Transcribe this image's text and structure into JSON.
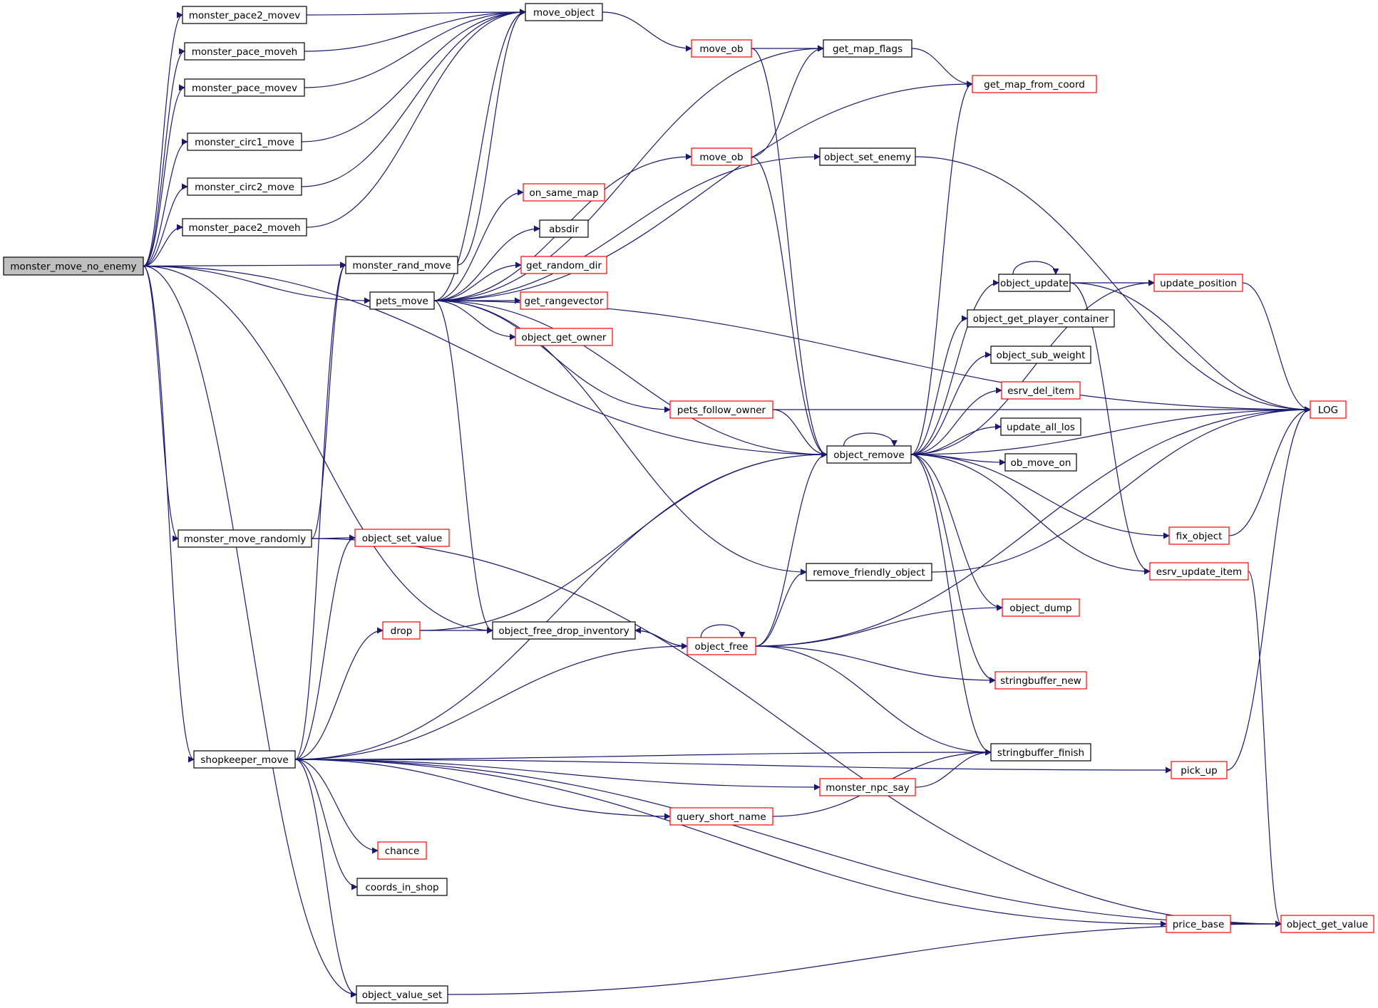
{
  "colors": {
    "edge": "#191970",
    "root_fill": "#bfbfbf",
    "border_documented": "#000000",
    "border_undocumented": "#ff0000"
  },
  "nodes": {
    "monster_move_no_enemy": {
      "label": "monster_move_no_enemy",
      "style": "root"
    },
    "monster_pace2_movev": {
      "label": "monster_pace2_movev",
      "style": "black"
    },
    "monster_pace_moveh": {
      "label": "monster_pace_moveh",
      "style": "black"
    },
    "monster_pace_movev": {
      "label": "monster_pace_movev",
      "style": "black"
    },
    "monster_circ1_move": {
      "label": "monster_circ1_move",
      "style": "black"
    },
    "monster_circ2_move": {
      "label": "monster_circ2_move",
      "style": "black"
    },
    "monster_pace2_moveh": {
      "label": "monster_pace2_moveh",
      "style": "black"
    },
    "monster_move_randomly": {
      "label": "monster_move_randomly",
      "style": "black"
    },
    "shopkeeper_move": {
      "label": "shopkeeper_move",
      "style": "black"
    },
    "move_object": {
      "label": "move_object",
      "style": "black"
    },
    "monster_rand_move": {
      "label": "monster_rand_move",
      "style": "black"
    },
    "pets_move": {
      "label": "pets_move",
      "style": "black"
    },
    "object_value_set": {
      "label": "object_value_set",
      "style": "black"
    },
    "object_set_value": {
      "label": "object_set_value",
      "style": "red"
    },
    "drop": {
      "label": "drop",
      "style": "red"
    },
    "chance": {
      "label": "chance",
      "style": "red"
    },
    "coords_in_shop": {
      "label": "coords_in_shop",
      "style": "black"
    },
    "on_same_map": {
      "label": "on_same_map",
      "style": "red"
    },
    "absdir": {
      "label": "absdir",
      "style": "black"
    },
    "get_random_dir": {
      "label": "get_random_dir",
      "style": "red"
    },
    "get_rangevector": {
      "label": "get_rangevector",
      "style": "red"
    },
    "object_get_owner": {
      "label": "object_get_owner",
      "style": "red"
    },
    "object_free_drop_inventory": {
      "label": "object_free_drop_inventory",
      "style": "black"
    },
    "move_ob_1": {
      "label": "move_ob",
      "style": "red"
    },
    "move_ob_2": {
      "label": "move_ob",
      "style": "red"
    },
    "pets_follow_owner": {
      "label": "pets_follow_owner",
      "style": "red"
    },
    "object_free": {
      "label": "object_free",
      "style": "red"
    },
    "query_short_name": {
      "label": "query_short_name",
      "style": "red"
    },
    "get_map_flags": {
      "label": "get_map_flags",
      "style": "black"
    },
    "object_set_enemy": {
      "label": "object_set_enemy",
      "style": "black"
    },
    "object_remove": {
      "label": "object_remove",
      "style": "black"
    },
    "remove_friendly_object": {
      "label": "remove_friendly_object",
      "style": "black"
    },
    "monster_npc_say": {
      "label": "monster_npc_say",
      "style": "red"
    },
    "get_map_from_coord": {
      "label": "get_map_from_coord",
      "style": "red"
    },
    "object_update": {
      "label": "object_update",
      "style": "black"
    },
    "object_get_player_container": {
      "label": "object_get_player_container",
      "style": "black"
    },
    "object_sub_weight": {
      "label": "object_sub_weight",
      "style": "black"
    },
    "esrv_del_item": {
      "label": "esrv_del_item",
      "style": "red"
    },
    "update_all_los": {
      "label": "update_all_los",
      "style": "black"
    },
    "ob_move_on": {
      "label": "ob_move_on",
      "style": "black"
    },
    "object_dump": {
      "label": "object_dump",
      "style": "red"
    },
    "stringbuffer_new": {
      "label": "stringbuffer_new",
      "style": "red"
    },
    "stringbuffer_finish": {
      "label": "stringbuffer_finish",
      "style": "black"
    },
    "update_position": {
      "label": "update_position",
      "style": "red"
    },
    "fix_object": {
      "label": "fix_object",
      "style": "red"
    },
    "esrv_update_item": {
      "label": "esrv_update_item",
      "style": "red"
    },
    "pick_up": {
      "label": "pick_up",
      "style": "red"
    },
    "price_base": {
      "label": "price_base",
      "style": "red"
    },
    "LOG": {
      "label": "LOG",
      "style": "red"
    },
    "object_get_value": {
      "label": "object_get_value",
      "style": "red"
    }
  },
  "edges": [
    [
      "monster_move_no_enemy",
      "monster_pace2_movev"
    ],
    [
      "monster_move_no_enemy",
      "monster_pace_moveh"
    ],
    [
      "monster_move_no_enemy",
      "monster_pace_movev"
    ],
    [
      "monster_move_no_enemy",
      "monster_circ1_move"
    ],
    [
      "monster_move_no_enemy",
      "monster_circ2_move"
    ],
    [
      "monster_move_no_enemy",
      "monster_pace2_moveh"
    ],
    [
      "monster_move_no_enemy",
      "monster_rand_move"
    ],
    [
      "monster_move_no_enemy",
      "pets_move"
    ],
    [
      "monster_move_no_enemy",
      "monster_move_randomly"
    ],
    [
      "monster_move_no_enemy",
      "shopkeeper_move"
    ],
    [
      "monster_move_no_enemy",
      "object_value_set"
    ],
    [
      "monster_move_no_enemy",
      "object_remove"
    ],
    [
      "monster_move_no_enemy",
      "object_free_drop_inventory"
    ],
    [
      "monster_pace2_movev",
      "move_object"
    ],
    [
      "monster_pace_moveh",
      "move_object"
    ],
    [
      "monster_pace_movev",
      "move_object"
    ],
    [
      "monster_circ1_move",
      "move_object"
    ],
    [
      "monster_circ2_move",
      "move_object"
    ],
    [
      "monster_pace2_moveh",
      "move_object"
    ],
    [
      "monster_rand_move",
      "move_object"
    ],
    [
      "pets_move",
      "move_object"
    ],
    [
      "monster_move_randomly",
      "monster_rand_move"
    ],
    [
      "monster_move_randomly",
      "object_set_value"
    ],
    [
      "monster_move_randomly",
      "object_get_value"
    ],
    [
      "move_object",
      "move_ob_1"
    ],
    [
      "move_ob_1",
      "get_map_flags"
    ],
    [
      "move_ob_1",
      "object_remove"
    ],
    [
      "move_ob_2",
      "get_map_flags"
    ],
    [
      "move_ob_2",
      "object_remove"
    ],
    [
      "get_map_flags",
      "get_map_from_coord"
    ],
    [
      "pets_move",
      "get_map_flags"
    ],
    [
      "pets_move",
      "get_map_from_coord"
    ],
    [
      "pets_move",
      "LOG"
    ],
    [
      "pets_move",
      "move_ob_2"
    ],
    [
      "pets_move",
      "on_same_map"
    ],
    [
      "pets_move",
      "absdir"
    ],
    [
      "pets_move",
      "get_random_dir"
    ],
    [
      "pets_move",
      "get_rangevector"
    ],
    [
      "pets_move",
      "object_get_owner"
    ],
    [
      "pets_move",
      "object_set_enemy"
    ],
    [
      "pets_move",
      "pets_follow_owner"
    ],
    [
      "pets_move",
      "object_remove"
    ],
    [
      "pets_move",
      "remove_friendly_object"
    ],
    [
      "pets_move",
      "object_free_drop_inventory"
    ],
    [
      "pets_follow_owner",
      "object_remove"
    ],
    [
      "pets_follow_owner",
      "LOG"
    ],
    [
      "object_set_enemy",
      "LOG"
    ],
    [
      "object_remove",
      "object_remove"
    ],
    [
      "object_remove",
      "get_map_from_coord"
    ],
    [
      "object_remove",
      "update_position"
    ],
    [
      "object_remove",
      "object_update"
    ],
    [
      "object_remove",
      "object_get_player_container"
    ],
    [
      "object_remove",
      "object_sub_weight"
    ],
    [
      "object_remove",
      "esrv_del_item"
    ],
    [
      "object_remove",
      "update_all_los"
    ],
    [
      "object_remove",
      "ob_move_on"
    ],
    [
      "object_remove",
      "LOG"
    ],
    [
      "object_remove",
      "fix_object"
    ],
    [
      "object_remove",
      "esrv_update_item"
    ],
    [
      "object_remove",
      "object_dump"
    ],
    [
      "object_remove",
      "stringbuffer_new"
    ],
    [
      "object_remove",
      "stringbuffer_finish"
    ],
    [
      "object_update",
      "object_update"
    ],
    [
      "object_update",
      "update_position"
    ],
    [
      "object_update",
      "LOG"
    ],
    [
      "object_update",
      "esrv_update_item"
    ],
    [
      "update_position",
      "LOG"
    ],
    [
      "fix_object",
      "LOG"
    ],
    [
      "esrv_update_item",
      "object_get_value"
    ],
    [
      "remove_friendly_object",
      "LOG"
    ],
    [
      "shopkeeper_move",
      "monster_rand_move"
    ],
    [
      "shopkeeper_move",
      "object_set_value"
    ],
    [
      "shopkeeper_move",
      "object_remove"
    ],
    [
      "shopkeeper_move",
      "drop"
    ],
    [
      "shopkeeper_move",
      "object_free"
    ],
    [
      "shopkeeper_move",
      "stringbuffer_finish"
    ],
    [
      "shopkeeper_move",
      "pick_up"
    ],
    [
      "shopkeeper_move",
      "monster_npc_say"
    ],
    [
      "shopkeeper_move",
      "query_short_name"
    ],
    [
      "shopkeeper_move",
      "chance"
    ],
    [
      "shopkeeper_move",
      "coords_in_shop"
    ],
    [
      "shopkeeper_move",
      "price_base"
    ],
    [
      "shopkeeper_move",
      "object_get_value"
    ],
    [
      "shopkeeper_move",
      "object_value_set"
    ],
    [
      "drop",
      "object_free_drop_inventory"
    ],
    [
      "drop",
      "object_remove"
    ],
    [
      "object_free_drop_inventory",
      "object_free"
    ],
    [
      "object_free",
      "object_free_drop_inventory"
    ],
    [
      "object_free",
      "object_free"
    ],
    [
      "object_free",
      "object_remove"
    ],
    [
      "object_free",
      "remove_friendly_object"
    ],
    [
      "object_free",
      "object_dump"
    ],
    [
      "object_free",
      "stringbuffer_new"
    ],
    [
      "object_free",
      "stringbuffer_finish"
    ],
    [
      "object_free",
      "LOG"
    ],
    [
      "monster_npc_say",
      "stringbuffer_finish"
    ],
    [
      "query_short_name",
      "stringbuffer_finish"
    ],
    [
      "pick_up",
      "LOG"
    ],
    [
      "price_base",
      "object_get_value"
    ],
    [
      "object_value_set",
      "object_get_value"
    ]
  ]
}
